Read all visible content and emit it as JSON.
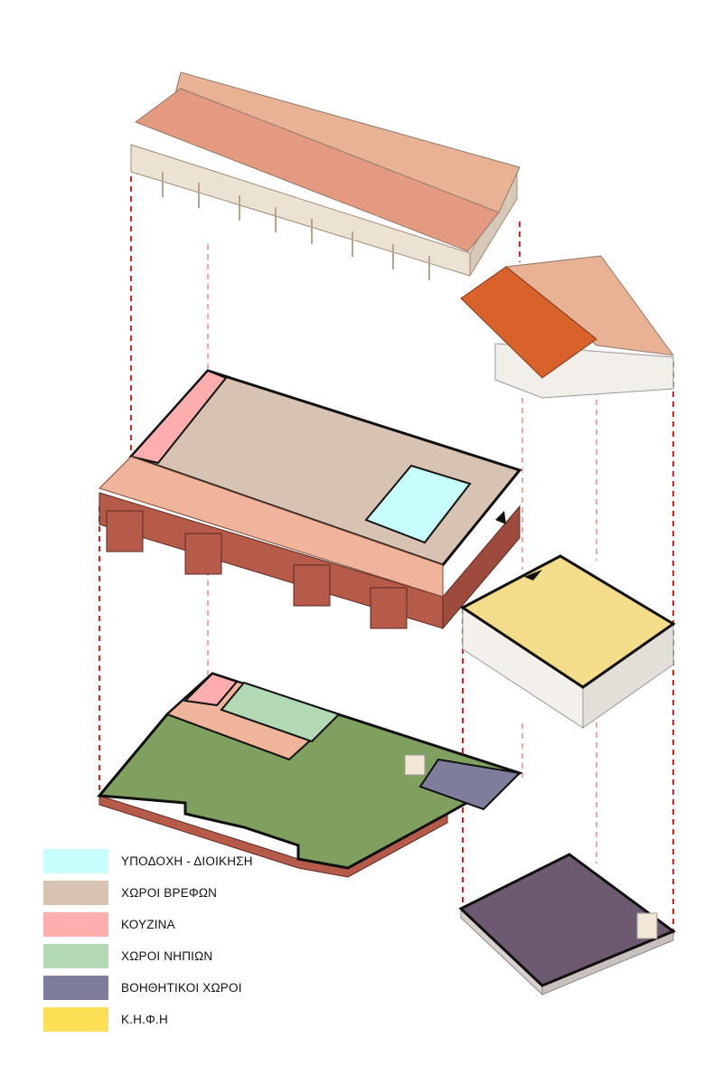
{
  "legend": {
    "items": [
      {
        "label": "ΥΠΟΔΟΧΗ - ΔΙΟΙΚΗΣΗ",
        "color": "#c7fffd"
      },
      {
        "label": "ΧΩΡΟΙ ΒΡΕΦΩΝ",
        "color": "#d8c2b2"
      },
      {
        "label": "ΚΟΥΖΙΝΑ",
        "color": "#ffadad"
      },
      {
        "label": "ΧΩΡΟΙ ΝΗΠΙΩΝ",
        "color": "#b3d9b4"
      },
      {
        "label": "ΒΟΗΘΗΤΙΚΟΙ ΧΩΡΟΙ",
        "color": "#7e7e9c"
      },
      {
        "label": "Κ.Η.Φ.Η",
        "color": "#fcdf55"
      }
    ]
  },
  "colors": {
    "roof_main": "#e39a80",
    "roof_back": "#e9b294",
    "roof_orange": "#d9612a",
    "wall_red": "#b65a4a",
    "terrace": "#efb49a",
    "dashed_guide": "#e02020"
  }
}
